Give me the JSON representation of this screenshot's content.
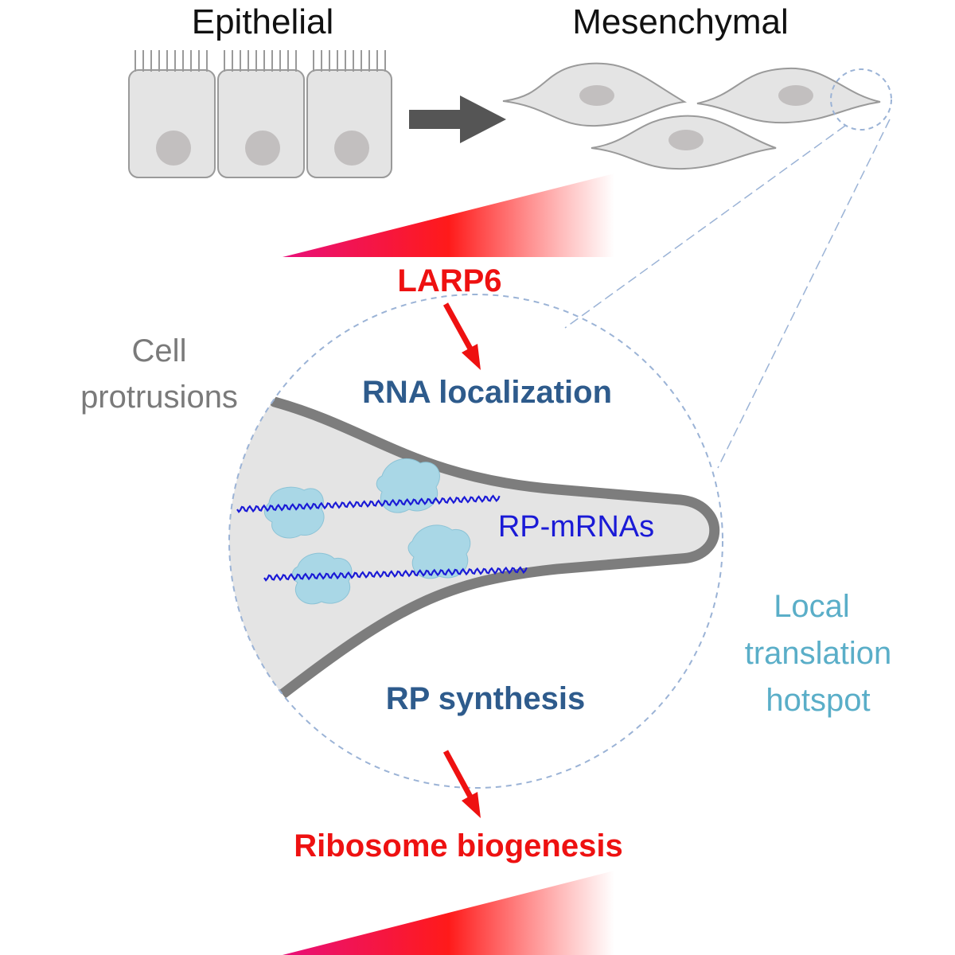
{
  "labels": {
    "epithelial": "Epithelial",
    "mesenchymal": "Mesenchymal",
    "larp6": "LARP6",
    "cell_protrusions_line1": "Cell",
    "cell_protrusions_line2": "protrusions",
    "rna_localization": "RNA localization",
    "rp_mrnas": "RP-mRNAs",
    "rp_synthesis": "RP synthesis",
    "local_translation_line1": "Local",
    "local_translation_line2": "translation",
    "local_translation_line3": "hotspot",
    "ribosome_biogenesis": "Ribosome biogenesis"
  },
  "colors": {
    "black_text": "#111111",
    "grey_text": "#7a7a7a",
    "red_accent": "#ee1111",
    "dark_blue": "#2e5b8c",
    "mrna_blue": "#1a1ad6",
    "light_blue_text": "#5aaec8",
    "cell_fill": "#e4e4e4",
    "cell_stroke": "#9a9a9a",
    "nucleus": "#c2bfbf",
    "membrane": "#7d7d7d",
    "ribosome_fill": "#a9d7e6",
    "dashed_line": "#9bb3d6",
    "arrow_grey": "#555555",
    "gradient_magenta": "#e8107a",
    "gradient_red": "#ff1a1a"
  },
  "icons": {
    "transition_arrow": "right-arrow-icon",
    "down_arrow": "down-right-arrow-icon"
  }
}
